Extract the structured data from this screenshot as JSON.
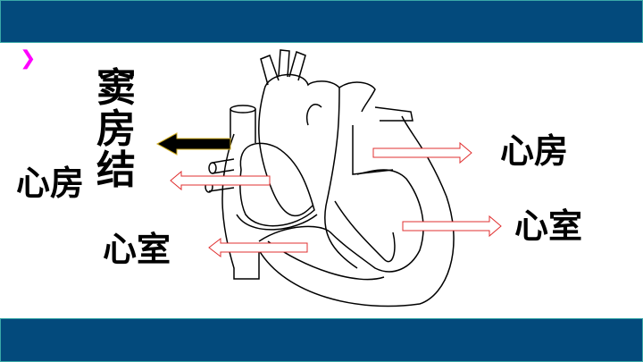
{
  "slide": {
    "bullet_icon": "chevron-right-icon"
  },
  "labels": {
    "sinoatrial_node": "窦房结",
    "left_atrium": "心房",
    "left_ventricle": "心室",
    "right_atrium": "心房",
    "right_ventricle": "心室"
  },
  "colors": {
    "header": "#034a7c",
    "arrow_outline": "#e03030",
    "bullet": "#ff00ff"
  }
}
